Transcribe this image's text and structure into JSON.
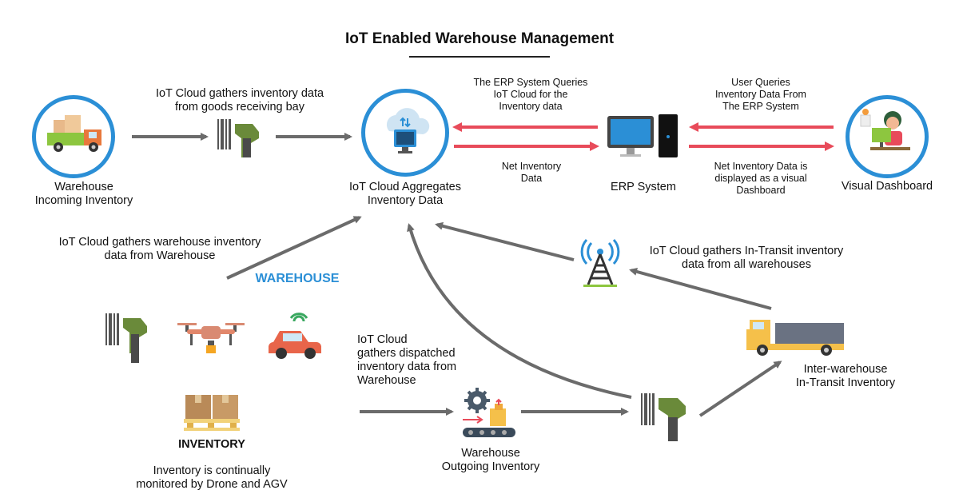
{
  "title": "IoT Enabled Warehouse Management",
  "nodes": {
    "incoming": {
      "label_line1": "Warehouse",
      "label_line2": "Incoming Inventory"
    },
    "iot_cloud": {
      "label_line1": "IoT Cloud Aggregates",
      "label_line2": "Inventory Data"
    },
    "erp": {
      "label": "ERP System"
    },
    "dashboard": {
      "label": "Visual Dashboard"
    },
    "inter_warehouse": {
      "label_line1": "Inter-warehouse",
      "label_line2": "In-Transit Inventory"
    },
    "outgoing": {
      "label_line1": "Warehouse",
      "label_line2": "Outgoing Inventory"
    },
    "inventory": {
      "label": "INVENTORY"
    },
    "warehouse": {
      "label": "WAREHOUSE"
    }
  },
  "annotations": {
    "receiving_bay": {
      "line1": "IoT Cloud gathers inventory data",
      "line2": "from goods receiving bay"
    },
    "erp_queries": {
      "line1": "The ERP System Queries",
      "line2": "IoT Cloud for the",
      "line3": "Inventory data"
    },
    "net_inventory": {
      "line1": "Net Inventory",
      "line2": "Data"
    },
    "user_queries": {
      "line1": "User Queries",
      "line2": "Inventory Data From",
      "line3": "The ERP System"
    },
    "net_displayed": {
      "line1": "Net Inventory Data is",
      "line2": "displayed as a visual",
      "line3": "Dashboard"
    },
    "warehouse_gather": {
      "line1": "IoT Cloud gathers warehouse inventory",
      "line2": "data from Warehouse"
    },
    "in_transit_gather": {
      "line1": "IoT Cloud gathers In-Transit inventory",
      "line2": "data from all warehouses"
    },
    "dispatched": {
      "line1": "IoT Cloud",
      "line2": "gathers dispatched",
      "line3": "inventory data from",
      "line4": "Warehouse"
    },
    "monitored": {
      "line1": "Inventory is continually",
      "line2": "monitored by Drone and AGV"
    }
  },
  "colors": {
    "accent_blue": "#2b8fd6",
    "arrow_gray": "#6b6b6b",
    "arrow_red": "#e84b5a"
  }
}
